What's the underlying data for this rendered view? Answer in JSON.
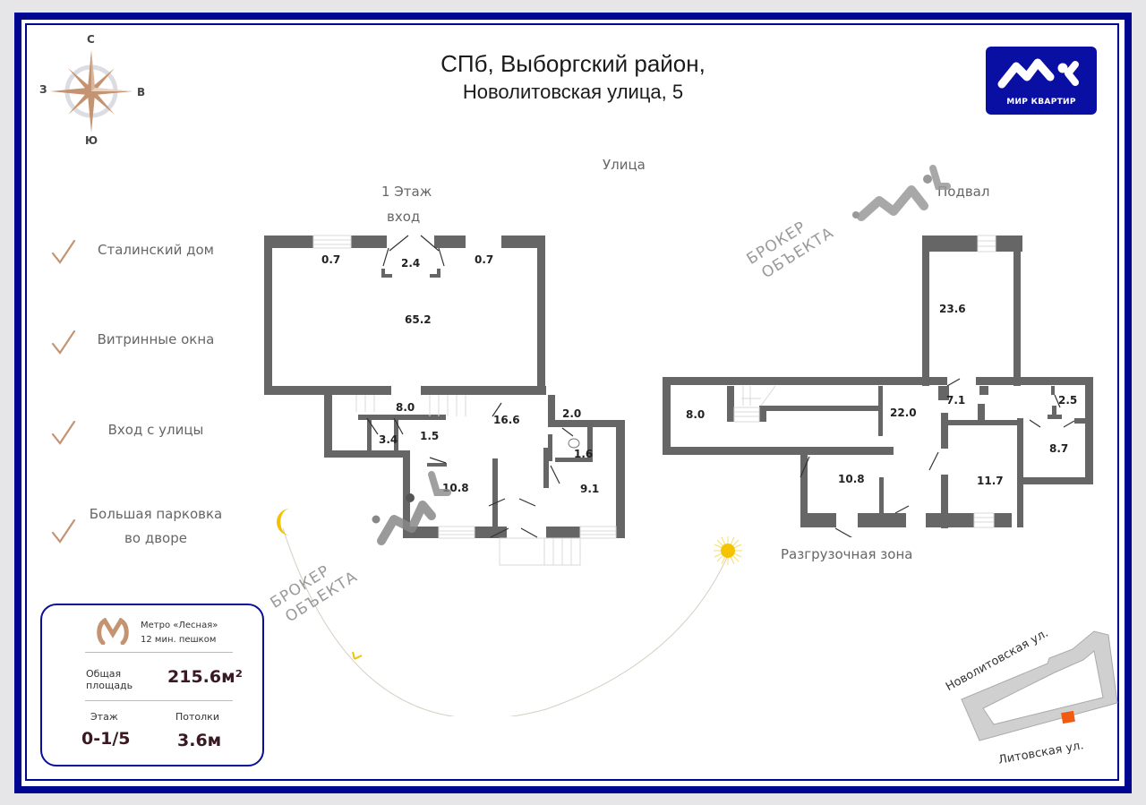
{
  "header": {
    "title_line1": "СПб, Выборгский район,",
    "title_line2": "Новолитовская улица, 5"
  },
  "logo": {
    "text": "МИР КВАРТИР",
    "color": "#0a0fa3"
  },
  "compass": {
    "north": "С",
    "south": "Ю",
    "west": "З",
    "east": "В",
    "color": "#c49472"
  },
  "features": [
    {
      "label": "Сталинский дом"
    },
    {
      "label": "Витринные окна"
    },
    {
      "label": "Вход с улицы"
    },
    {
      "label_line1": "Большая парковка",
      "label_line2": "во дворе"
    }
  ],
  "street_label": "Улица",
  "floor1": {
    "title": "1 Этаж",
    "entrance": "вход",
    "rooms": [
      "0.7",
      "2.4",
      "0.7",
      "65.2",
      "8.0",
      "16.6",
      "2.0",
      "3.4",
      "1.5",
      "1.6",
      "10.8",
      "9.1"
    ]
  },
  "basement": {
    "title": "Подвал",
    "rooms": [
      "23.6",
      "8.0",
      "22.0",
      "7.1",
      "2.5",
      "8.7",
      "10.8",
      "11.7"
    ],
    "unloading_zone": "Разгрузочная зона"
  },
  "watermarks": {
    "line1": "БРОКЕР",
    "line2": "ОБЪЕКТА"
  },
  "info_card": {
    "metro_name": "Метро «Лесная»",
    "metro_walk": "12 мин. пешком",
    "area_label_line1": "Общая",
    "area_label_line2": "площадь",
    "area_value": "215.6м²",
    "floor_label": "Этаж",
    "floor_value": "0-1/5",
    "ceiling_label": "Потолки",
    "ceiling_value": "3.6м",
    "border_color": "#0a0f9a"
  },
  "location_map": {
    "street_top": "Новолитовская ул.",
    "street_bottom": "Литовская ул.",
    "highlight_color": "#f25a12"
  }
}
